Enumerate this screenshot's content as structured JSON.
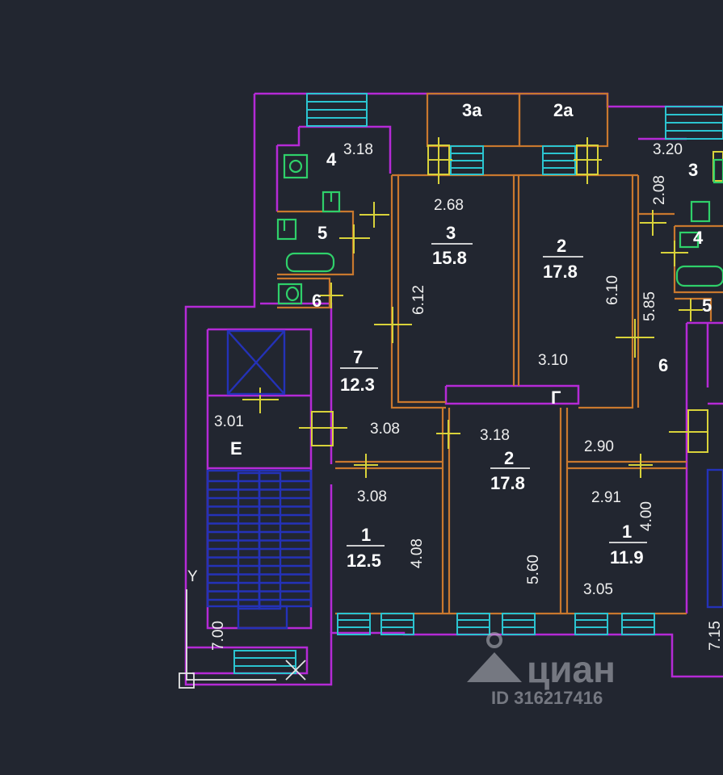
{
  "plan": {
    "room_ids": {
      "r3a": "3а",
      "r2a": "2а",
      "r4": "4",
      "r5": "5",
      "r3": "3",
      "r2_top": "2",
      "r7": "7",
      "rE": "E",
      "r2_mid": "2",
      "r1_left": "1",
      "r1_right": "1",
      "r6": "6",
      "r3_right": "3",
      "r4_right": "4",
      "r5_right": "5",
      "r6_small": "6",
      "r_small_G": "Г"
    },
    "areas": {
      "r3": "15.8",
      "r2_top": "17.8",
      "r7": "12.3",
      "r2_mid": "17.8",
      "r1_left": "12.5",
      "r1_right": "11.9"
    },
    "dims": {
      "d318_top": "3.18",
      "d268": "2.68",
      "d612": "6.12",
      "d610": "6.10",
      "d585": "5.85",
      "d310": "3.10",
      "d320": "3.20",
      "d208": "2.08",
      "d301": "3.01",
      "d308_a": "3.08",
      "d308_b": "3.08",
      "d318_mid": "3.18",
      "d290": "2.90",
      "d291": "2.91",
      "d400": "4.00",
      "d408": "4.08",
      "d560": "5.60",
      "d305": "3.05",
      "d700": "7.00",
      "d715": "7.15"
    },
    "axis_label": "Y",
    "watermark": {
      "brand": "циан",
      "id": "ID 316217416"
    }
  }
}
